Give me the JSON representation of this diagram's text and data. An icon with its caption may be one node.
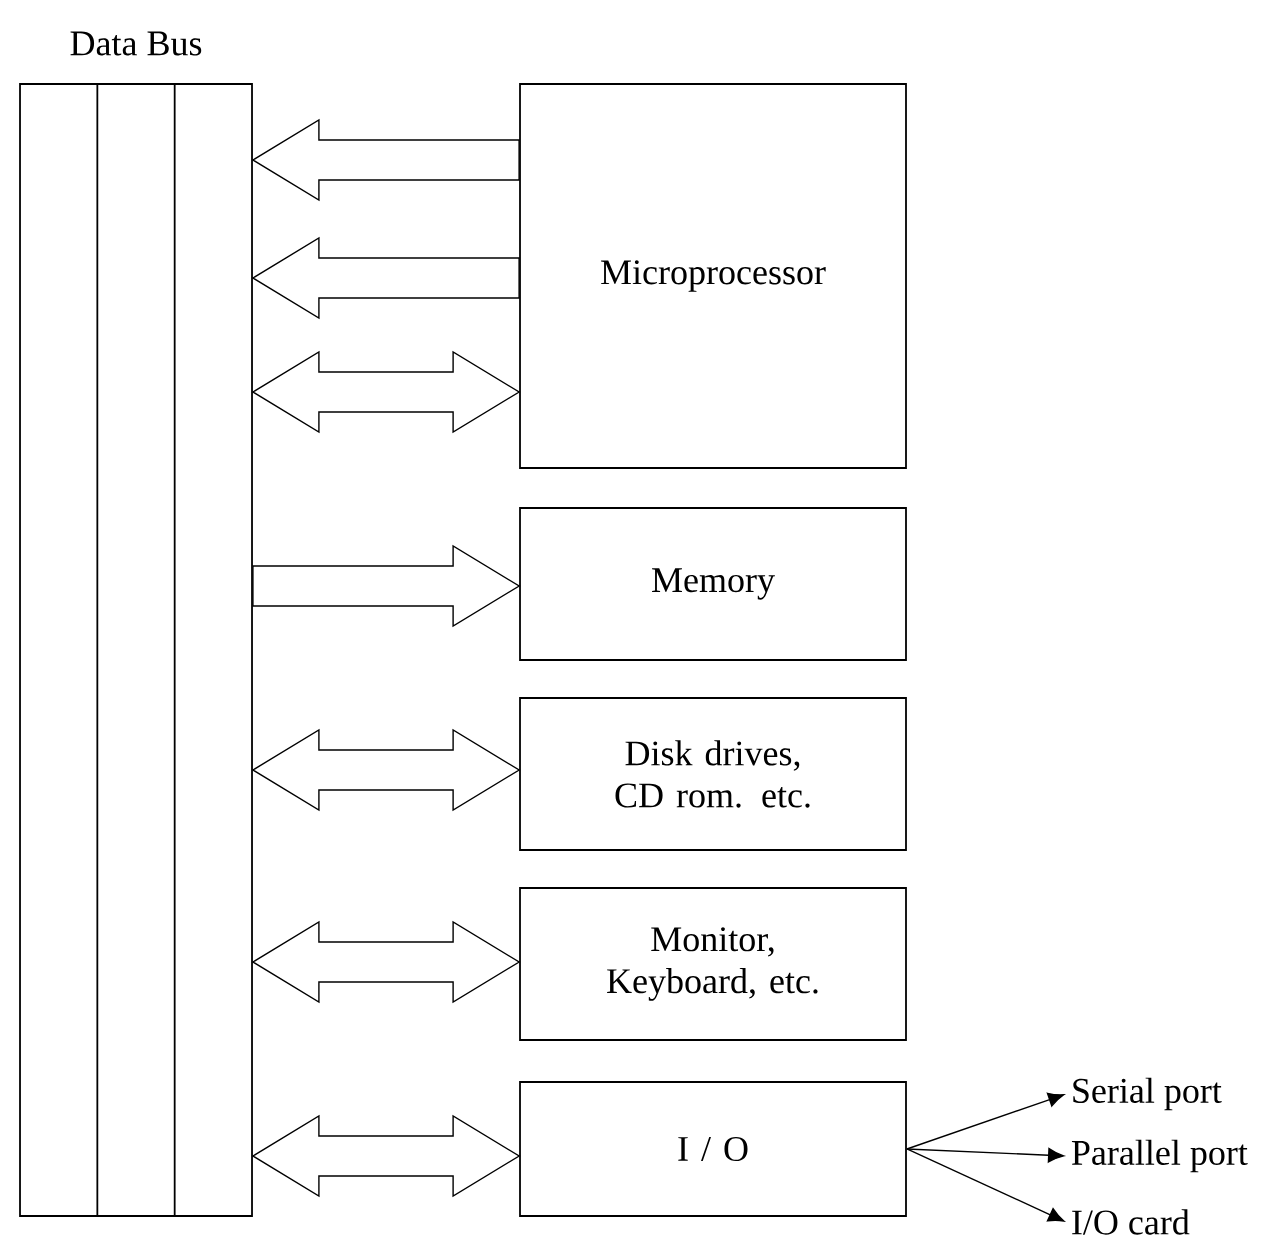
{
  "diagram": {
    "nodes": [
      {
        "text": [
          "Data Bus"
        ]
      },
      {
        "text": [
          "Microprocessor"
        ]
      },
      {
        "text": [
          "Memory"
        ]
      },
      {
        "text": [
          "Disk drives, CD rom. etc."
        ]
      },
      {
        "text": [
          "Monitor, Keyboard, etc."
        ]
      },
      {
        "text": [
          "I / O"
        ]
      },
      {
        "text": [
          "Serial port"
        ]
      },
      {
        "text": [
          "Parallel port"
        ]
      },
      {
        "text": [
          "I/O card"
        ]
      }
    ],
    "edges": [
      {
        "from": 1,
        "to": 0,
        "arrow": "to",
        "style": "thick"
      },
      {
        "from": 1,
        "to": 0,
        "arrow": "to",
        "style": "thick"
      },
      {
        "from": 1,
        "to": 0,
        "arrow": "both",
        "style": "thick"
      },
      {
        "from": 0,
        "to": 2,
        "arrow": "to",
        "style": "thick"
      },
      {
        "from": 0,
        "to": 3,
        "arrow": "both",
        "style": "thick"
      },
      {
        "from": 0,
        "to": 4,
        "arrow": "both",
        "style": "thick"
      },
      {
        "from": 0,
        "to": 5,
        "arrow": "both",
        "style": "thick"
      },
      {
        "from": 5,
        "to": 6,
        "arrow": "to"
      },
      {
        "from": 5,
        "to": 7,
        "arrow": "to"
      },
      {
        "from": 5,
        "to": 8,
        "arrow": "to"
      }
    ]
  }
}
